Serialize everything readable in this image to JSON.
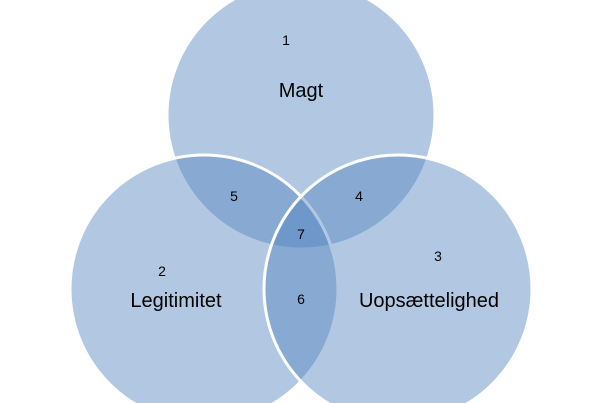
{
  "diagram": {
    "type": "venn",
    "sets": [
      {
        "label": "Magt",
        "region_number": "1"
      },
      {
        "label": "Legitimitet",
        "region_number": "2"
      },
      {
        "label": "Uopsættelighed",
        "region_number": "3"
      }
    ],
    "intersections": [
      {
        "sets": [
          "Magt",
          "Uopsættelighed"
        ],
        "region_number": "4"
      },
      {
        "sets": [
          "Magt",
          "Legitimitet"
        ],
        "region_number": "5"
      },
      {
        "sets": [
          "Legitimitet",
          "Uopsættelighed"
        ],
        "region_number": "6"
      },
      {
        "sets": [
          "Magt",
          "Legitimitet",
          "Uopsættelighed"
        ],
        "region_number": "7"
      }
    ],
    "fill_color": "#4f81bd"
  }
}
